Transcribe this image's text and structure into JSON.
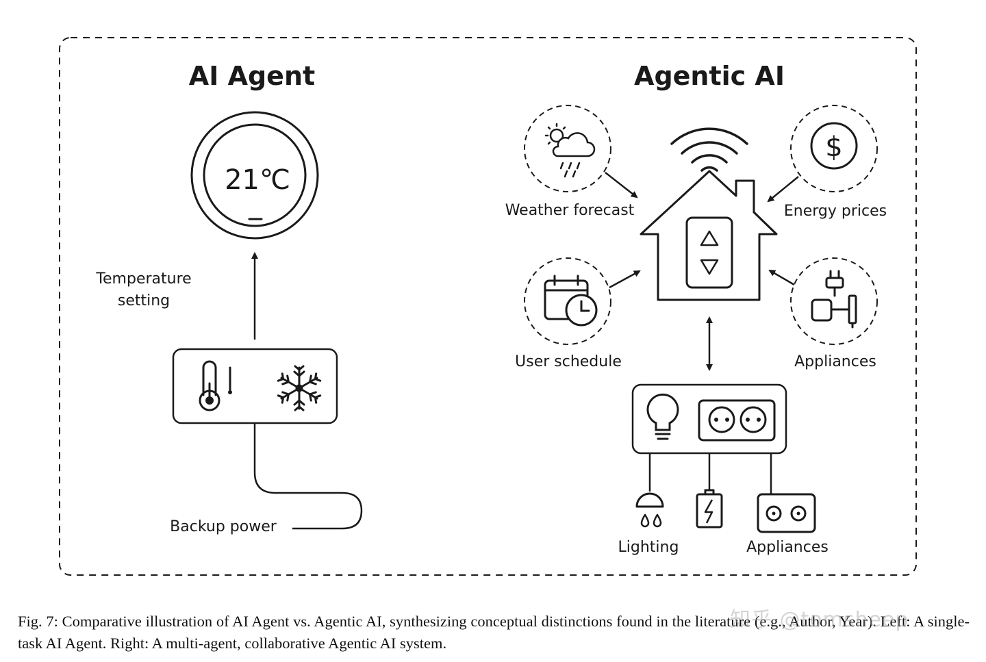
{
  "left": {
    "title": "AI Agent",
    "thermostat_reading": "21℃",
    "temperature_label_line1": "Temperature",
    "temperature_label_line2": "setting",
    "backup_label": "Backup power"
  },
  "right": {
    "title": "Agentic AI",
    "inputs": {
      "weather": "Weather forecast",
      "energy": "Energy prices",
      "schedule": "User schedule",
      "appliances": "Appliances"
    },
    "outputs": {
      "lighting": "Lighting",
      "appliances": "Appliances"
    }
  },
  "caption": "Fig. 7: Comparative illustration of AI Agent vs. Agentic AI, synthesizing conceptual distinctions found in the literature (e.g., Author, Year). Left: A single-task AI Agent. Right: A multi-agent, collaborative Agentic AI system.",
  "watermark": "知乎 @tomsheep",
  "icons": [
    "thermostat-icon",
    "thermometer-icon",
    "snowflake-icon",
    "weather-icon",
    "dollar-icon",
    "house-icon",
    "wifi-icon",
    "calendar-icon",
    "plug-icon",
    "bulb-icon",
    "socket-icon",
    "lamp-icon",
    "battery-icon"
  ]
}
